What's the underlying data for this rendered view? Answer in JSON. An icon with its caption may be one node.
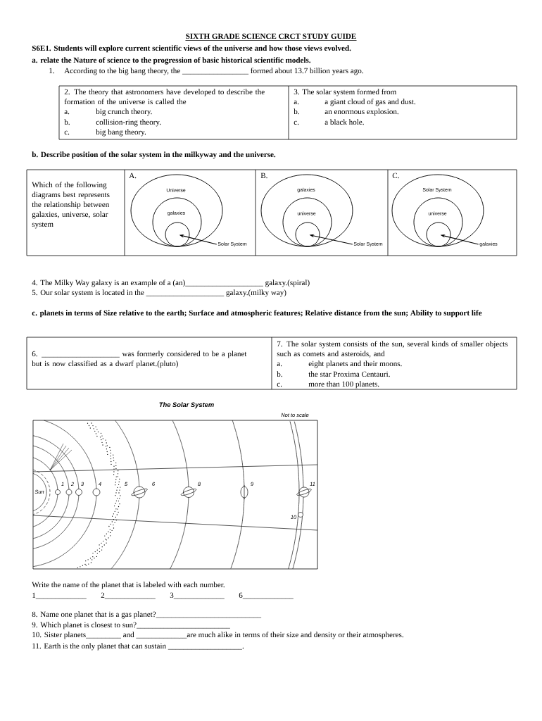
{
  "diagram": {
    "title": "SIXTH GRADE SCIENCE CRCT STUDY GUIDE",
    "nodes": [
      {
        "text": [
          "Universe"
        ]
      },
      {
        "text": [
          "galaxies"
        ],
        "in": 0
      },
      {
        "text": [],
        "shape": "circle",
        "in": 1
      },
      {
        "text": [
          "Solar System"
        ]
      },
      {
        "text": [
          "galaxies"
        ]
      },
      {
        "text": [
          "universe"
        ],
        "in": 4
      },
      {
        "text": [],
        "shape": "circle",
        "in": 5
      },
      {
        "text": [
          "Solar System"
        ]
      },
      {
        "text": [
          "Solar System"
        ]
      },
      {
        "text": [
          "universe"
        ],
        "in": 8
      },
      {
        "text": [],
        "shape": "circle",
        "in": 9
      },
      {
        "text": [
          "galaxies"
        ]
      }
    ],
    "edges": [
      {
        "from": 3,
        "to": 2,
        "arrow": "to"
      },
      {
        "from": 7,
        "to": 6,
        "arrow": "to"
      },
      {
        "from": 11,
        "to": 10,
        "arrow": "to"
      }
    ],
    "labels": [
      "S6E1. Students will explore current scientific views of the universe and how those views evolved.",
      "a. relate the Nature of science to the progression of basic historical scientific models.",
      "1.",
      "According to the big bang theory, the _________________ formed about 13.7 billion years ago.",
      "2. The theory that astronomers have developed to describe the formation of the universe is called the",
      "a.",
      "big crunch theory.",
      "b.",
      "collision-ring theory.",
      "c.",
      "big bang theory.",
      "3. The solar system formed from",
      "a.",
      "a giant cloud of gas and dust.",
      "b.",
      "an enormous explosion.",
      "c.",
      "a black hole.",
      "b. Describe position of the solar system in the milkyway and the universe.",
      "Which of the following diagrams best represents the relationship between galaxies, universe, solar system",
      "A.",
      "B.",
      "C.",
      "4. The Milky Way galaxy is an example of a (an)____________________ galaxy.(spiral)",
      "5. Our solar system is located in the ____________________ galaxy.(milky way)",
      "c. planets in terms of Size relative to the earth; Surface and atmospheric features; Relative distance from the sun; Ability to support life",
      "6. ____________________ was formerly considered to be a planet but is now classified as a dwarf planet.(pluto)",
      "7. The solar system consists of the sun, several kinds of smaller objects such as comets and asteroids, and",
      "a.",
      "eight planets and their moons.",
      "b.",
      "the star Proxima Centauri.",
      "c.",
      "more than 100 planets.",
      "The Solar System",
      "Not to scale",
      "Sun",
      "1",
      "2",
      "3",
      "4",
      "5",
      "6",
      "8",
      "9",
      "11",
      "10",
      "Write the name of the planet that is labeled with each number.",
      "1_____________",
      "2_____________",
      "3_____________",
      "6_____________",
      "8. Name one planet that is a gas planet?___________________________",
      "9. Which planet is closest to sun?________________________",
      "10. Sister planets_________ and _____________are much alike in terms of their size and density or their atmospheres.",
      "11. Earth is the only planet that can sustain ___________________."
    ]
  }
}
